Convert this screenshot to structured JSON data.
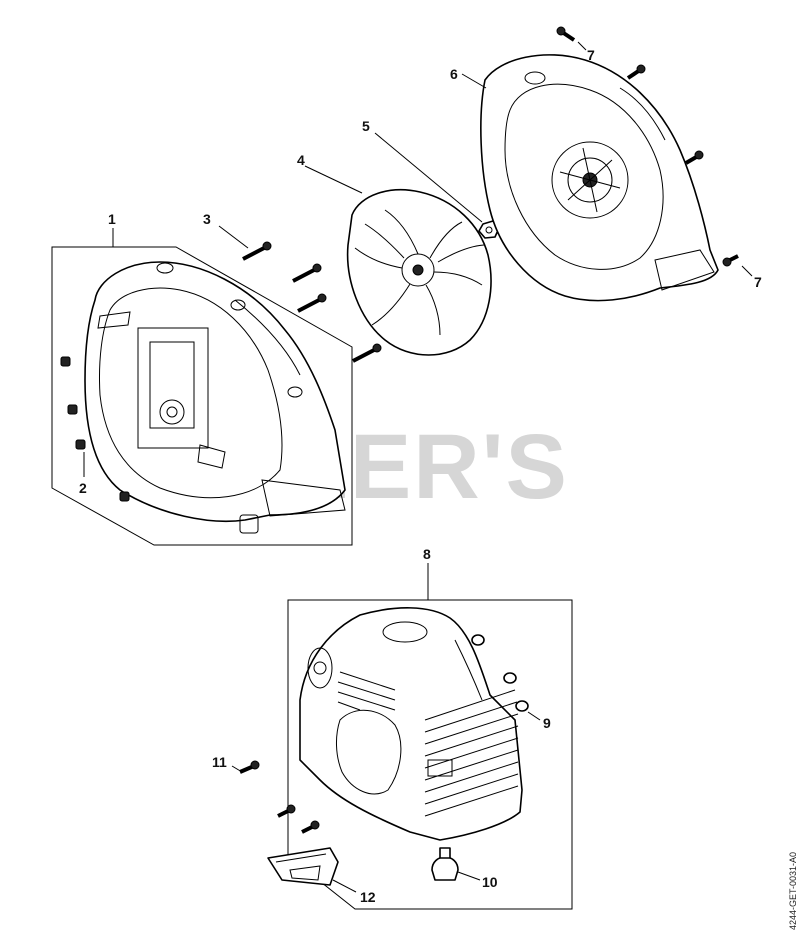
{
  "watermark": "UTLER'S",
  "figure_code": "4244-GET-0031-A0",
  "callouts": {
    "c1": "1",
    "c2": "2",
    "c3": "3",
    "c4": "4",
    "c5": "5",
    "c6": "6",
    "c7a": "7",
    "c7b": "7",
    "c8": "8",
    "c9": "9",
    "c10": "10",
    "c11": "11",
    "c12": "12"
  }
}
